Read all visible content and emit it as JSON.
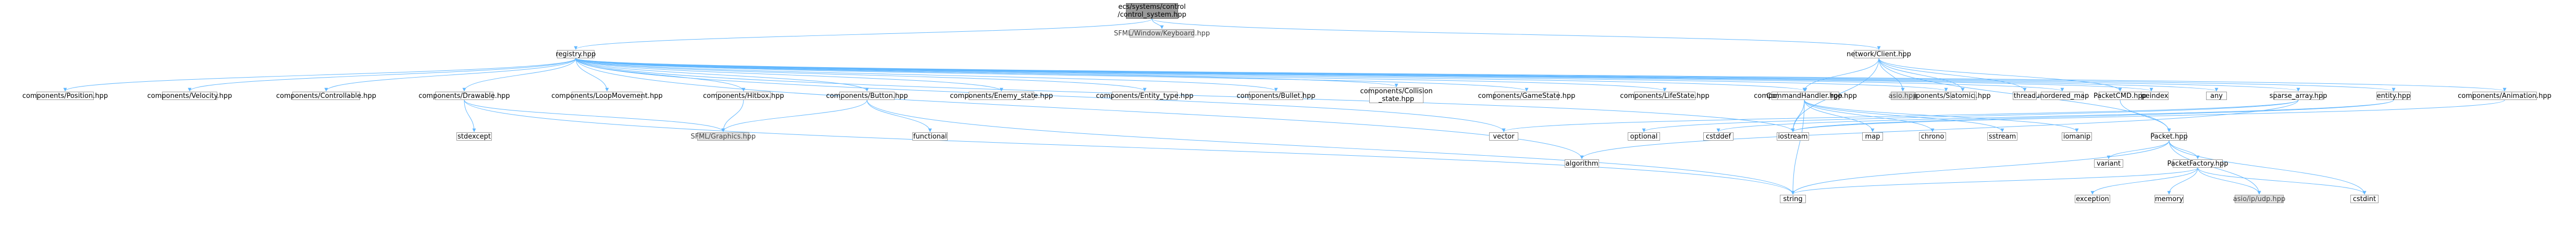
{
  "graph": {
    "edge_color": "#63b8ff",
    "root_color": "#999999",
    "system_color": "#e0e0e0",
    "nodes": {
      "root": {
        "lines": [
          "ecs/systems/control",
          "/control_system.hpp"
        ],
        "kind": "root"
      },
      "kb": {
        "lines": [
          "SFML/Window/Keyboard.hpp"
        ],
        "kind": "system"
      },
      "registry": {
        "lines": [
          "registry.hpp"
        ],
        "kind": "normal"
      },
      "netclient": {
        "lines": [
          "network/Client.hpp"
        ],
        "kind": "normal"
      },
      "pos": {
        "lines": [
          "components/Position.hpp"
        ],
        "kind": "normal"
      },
      "vel": {
        "lines": [
          "components/Velocity.hpp"
        ],
        "kind": "normal"
      },
      "ctrl": {
        "lines": [
          "components/Controllable.hpp"
        ],
        "kind": "normal"
      },
      "draw": {
        "lines": [
          "components/Drawable.hpp"
        ],
        "kind": "normal"
      },
      "loop": {
        "lines": [
          "components/LoopMovement.hpp"
        ],
        "kind": "normal"
      },
      "hitbox": {
        "lines": [
          "components/Hitbox.hpp"
        ],
        "kind": "normal"
      },
      "button": {
        "lines": [
          "components/Button.hpp"
        ],
        "kind": "normal"
      },
      "enstate": {
        "lines": [
          "components/Enemy_state.hpp"
        ],
        "kind": "normal"
      },
      "entype": {
        "lines": [
          "components/Entity_type.hpp"
        ],
        "kind": "normal"
      },
      "bullet": {
        "lines": [
          "components/Bullet.hpp"
        ],
        "kind": "normal"
      },
      "collision": {
        "lines": [
          "components/Collision",
          "_state.hpp"
        ],
        "kind": "normal"
      },
      "gamestate": {
        "lines": [
          "components/GameState.hpp"
        ],
        "kind": "normal"
      },
      "lifestate": {
        "lines": [
          "components/LifeState.hpp"
        ],
        "kind": "normal"
      },
      "bcharge": {
        "lines": [
          "components/BulletCharge.hpp"
        ],
        "kind": "normal"
      },
      "shooting": {
        "lines": [
          "components/Shooting.hpp"
        ],
        "kind": "normal"
      },
      "umap": {
        "lines": [
          "unordered_map"
        ],
        "kind": "normal"
      },
      "typeindex": {
        "lines": [
          "typeindex"
        ],
        "kind": "normal"
      },
      "any": {
        "lines": [
          "any"
        ],
        "kind": "normal"
      },
      "sparse": {
        "lines": [
          "sparse_array.hpp"
        ],
        "kind": "normal"
      },
      "entity": {
        "lines": [
          "entity.hpp"
        ],
        "kind": "normal"
      },
      "anim": {
        "lines": [
          "components/Animation.hpp"
        ],
        "kind": "normal"
      },
      "cmdh": {
        "lines": [
          "CommandHandler.hpp"
        ],
        "kind": "normal"
      },
      "asio": {
        "lines": [
          "asio.hpp"
        ],
        "kind": "system"
      },
      "atomic": {
        "lines": [
          "atomic"
        ],
        "kind": "normal"
      },
      "thread": {
        "lines": [
          "thread"
        ],
        "kind": "normal"
      },
      "pcmd": {
        "lines": [
          "PacketCMD.hpp"
        ],
        "kind": "normal"
      },
      "stdexcept": {
        "lines": [
          "stdexcept"
        ],
        "kind": "normal"
      },
      "graphics": {
        "lines": [
          "SFML/Graphics.hpp"
        ],
        "kind": "system"
      },
      "functional": {
        "lines": [
          "functional"
        ],
        "kind": "normal"
      },
      "vector": {
        "lines": [
          "vector"
        ],
        "kind": "normal"
      },
      "algorithm": {
        "lines": [
          "algorithm"
        ],
        "kind": "normal"
      },
      "optional": {
        "lines": [
          "optional"
        ],
        "kind": "normal"
      },
      "cstddef": {
        "lines": [
          "cstddef"
        ],
        "kind": "normal"
      },
      "iostream": {
        "lines": [
          "iostream"
        ],
        "kind": "normal"
      },
      "map": {
        "lines": [
          "map"
        ],
        "kind": "normal"
      },
      "chrono": {
        "lines": [
          "chrono"
        ],
        "kind": "normal"
      },
      "sstream": {
        "lines": [
          "sstream"
        ],
        "kind": "normal"
      },
      "iomanip": {
        "lines": [
          "iomanip"
        ],
        "kind": "normal"
      },
      "packet": {
        "lines": [
          "Packet.hpp"
        ],
        "kind": "normal"
      },
      "variant": {
        "lines": [
          "variant"
        ],
        "kind": "normal"
      },
      "pfactory": {
        "lines": [
          "PacketFactory.hpp"
        ],
        "kind": "normal"
      },
      "string": {
        "lines": [
          "string"
        ],
        "kind": "normal"
      },
      "exception": {
        "lines": [
          "exception"
        ],
        "kind": "normal"
      },
      "memory": {
        "lines": [
          "memory"
        ],
        "kind": "normal"
      },
      "asioudp": {
        "lines": [
          "asio/ip/udp.hpp"
        ],
        "kind": "system"
      },
      "cstdint": {
        "lines": [
          "cstdint"
        ],
        "kind": "normal"
      }
    },
    "edges": [
      [
        "root",
        "kb"
      ],
      [
        "root",
        "registry"
      ],
      [
        "root",
        "netclient"
      ],
      [
        "registry",
        "pos"
      ],
      [
        "registry",
        "vel"
      ],
      [
        "registry",
        "ctrl"
      ],
      [
        "registry",
        "draw"
      ],
      [
        "registry",
        "loop"
      ],
      [
        "registry",
        "hitbox"
      ],
      [
        "registry",
        "button"
      ],
      [
        "registry",
        "enstate"
      ],
      [
        "registry",
        "entype"
      ],
      [
        "registry",
        "bullet"
      ],
      [
        "registry",
        "collision"
      ],
      [
        "registry",
        "gamestate"
      ],
      [
        "registry",
        "lifestate"
      ],
      [
        "registry",
        "bcharge"
      ],
      [
        "registry",
        "shooting"
      ],
      [
        "registry",
        "umap"
      ],
      [
        "registry",
        "typeindex"
      ],
      [
        "registry",
        "any"
      ],
      [
        "registry",
        "sparse"
      ],
      [
        "registry",
        "entity"
      ],
      [
        "registry",
        "anim"
      ],
      [
        "registry",
        "iostream"
      ],
      [
        "registry",
        "algorithm"
      ],
      [
        "registry",
        "vector"
      ],
      [
        "draw",
        "stdexcept"
      ],
      [
        "draw",
        "graphics"
      ],
      [
        "draw",
        "string"
      ],
      [
        "hitbox",
        "graphics"
      ],
      [
        "button",
        "graphics"
      ],
      [
        "button",
        "functional"
      ],
      [
        "button",
        "string"
      ],
      [
        "sparse",
        "vector"
      ],
      [
        "sparse",
        "algorithm"
      ],
      [
        "sparse",
        "optional"
      ],
      [
        "entity",
        "cstddef"
      ],
      [
        "entity",
        "iostream"
      ],
      [
        "anim",
        "iostream"
      ],
      [
        "netclient",
        "cmdh"
      ],
      [
        "netclient",
        "asio"
      ],
      [
        "netclient",
        "atomic"
      ],
      [
        "netclient",
        "thread"
      ],
      [
        "netclient",
        "pcmd"
      ],
      [
        "netclient",
        "iostream"
      ],
      [
        "netclient",
        "packet"
      ],
      [
        "cmdh",
        "map"
      ],
      [
        "cmdh",
        "chrono"
      ],
      [
        "cmdh",
        "sstream"
      ],
      [
        "cmdh",
        "iomanip"
      ],
      [
        "cmdh",
        "iostream"
      ],
      [
        "cmdh",
        "string"
      ],
      [
        "pcmd",
        "packet"
      ],
      [
        "packet",
        "variant"
      ],
      [
        "packet",
        "pfactory"
      ],
      [
        "packet",
        "string"
      ],
      [
        "packet",
        "cstdint"
      ],
      [
        "packet",
        "asioudp"
      ],
      [
        "pfactory",
        "exception"
      ],
      [
        "pfactory",
        "memory"
      ],
      [
        "pfactory",
        "asioudp"
      ],
      [
        "pfactory",
        "cstdint"
      ],
      [
        "pfactory",
        "string"
      ]
    ]
  }
}
